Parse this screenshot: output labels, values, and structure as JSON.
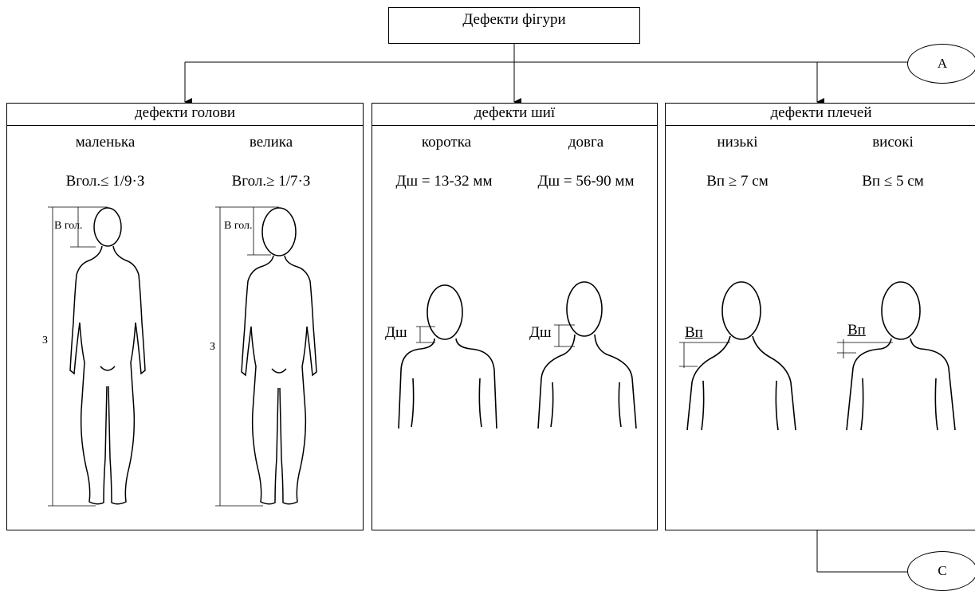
{
  "title": "Дефекти фігури",
  "connectors": {
    "a": "А",
    "c": "С"
  },
  "head": {
    "header": "дефекти голови",
    "left": {
      "label": "маленька",
      "formula": "Вгол.≤ 1/9·З",
      "dim_top": "В гол.",
      "dim_total": "З"
    },
    "right": {
      "label": "велика",
      "formula": "Вгол.≥ 1/7·З",
      "dim_top": "В гол.",
      "dim_total": "З"
    }
  },
  "neck": {
    "header": "дефекти шиї",
    "left": {
      "label": "коротка",
      "formula": "Дш = 13-32 мм",
      "dim": "Дш"
    },
    "right": {
      "label": "довга",
      "formula": "Дш = 56-90 мм",
      "dim": "Дш"
    }
  },
  "shoulders": {
    "header": "дефекти плечей",
    "left": {
      "label": "низькі",
      "formula": "Вп ≥ 7 см",
      "dim": "Вп"
    },
    "right": {
      "label": "високі",
      "formula": "Вп ≤ 5 см",
      "dim": "Вп"
    }
  }
}
